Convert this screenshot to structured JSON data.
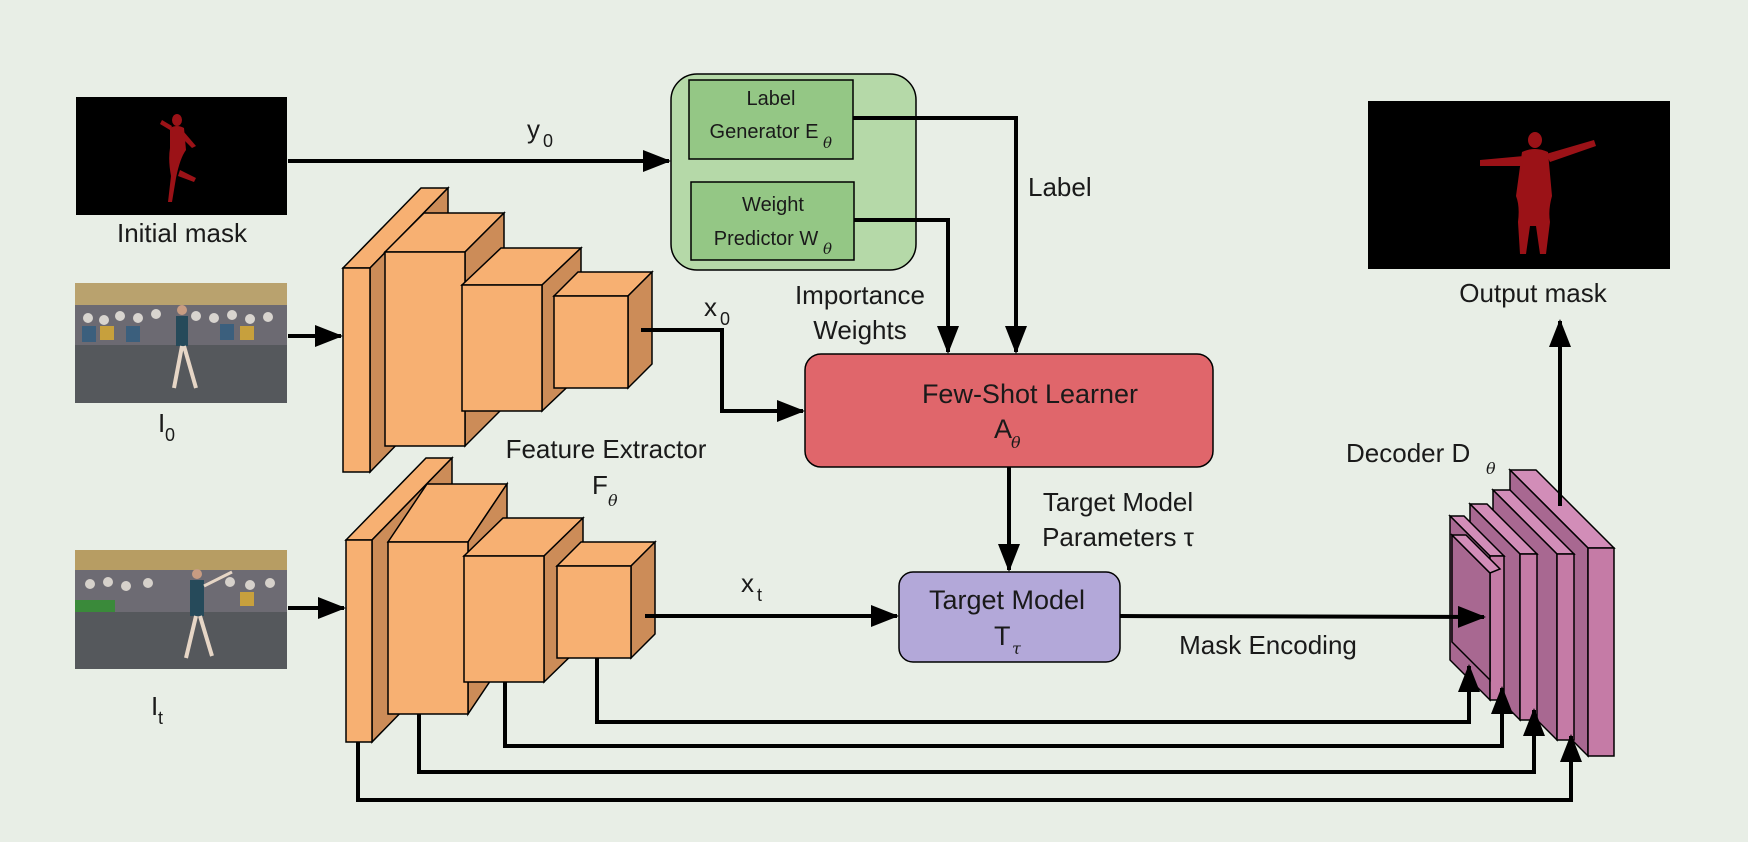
{
  "diagram": {
    "inputs": {
      "initial_mask_label": "Initial mask",
      "frame0_label": "I",
      "frame0_sub": "0",
      "framet_label": "I",
      "framet_sub": "t"
    },
    "label_box": {
      "label_generator_line1": "Label",
      "label_generator_line2": "Generator E",
      "label_generator_sub": "θ",
      "weight_predictor_line1": "Weight",
      "weight_predictor_line2": "Predictor W",
      "weight_predictor_sub": "θ"
    },
    "feature_extractor": {
      "label": "Feature Extractor",
      "symbol": "F",
      "symbol_sub": "θ"
    },
    "few_shot_learner": {
      "title": "Few-Shot Learner",
      "symbol": "A",
      "symbol_sub": "θ"
    },
    "target_model": {
      "title": "Target Model",
      "symbol": "T",
      "symbol_sub": "τ"
    },
    "decoder": {
      "label": "Decoder D",
      "label_sub": "θ"
    },
    "output_mask_label": "Output mask",
    "edges": {
      "y0": "y",
      "y0_sub": "0",
      "x0": "x",
      "x0_sub": "0",
      "xt": "x",
      "xt_sub": "t",
      "label": "Label",
      "importance_line1": "Importance",
      "importance_line2": "Weights",
      "target_params_line1": "Target Model",
      "target_params_line2": "Parameters τ",
      "mask_encoding": "Mask Encoding"
    },
    "colors": {
      "background": "#e8eee6",
      "green_outer": "#b5d9a8",
      "green_inner": "#94c785",
      "few_shot_red": "#e0666b",
      "target_purple": "#b3a8d9",
      "extractor_orange": "#f7b072",
      "decoder_pink": "#c57ba6"
    }
  }
}
